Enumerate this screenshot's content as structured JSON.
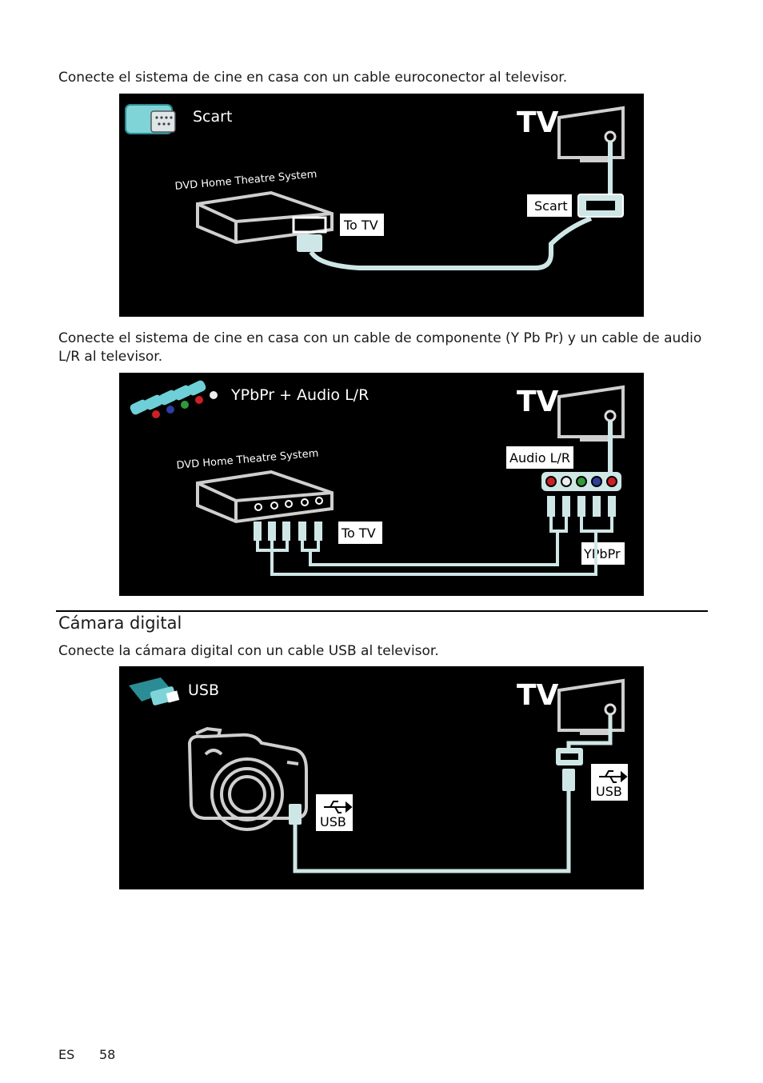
{
  "sections": [
    {
      "intro": "Conecte el sistema de cine en casa con un cable euroconector al televisor.",
      "figure": {
        "cable_name": "Scart",
        "tv_label": "TV",
        "device_label": "DVD Home Theatre System",
        "device_port_label": "To TV",
        "tv_port_label": "Scart"
      }
    },
    {
      "intro": "Conecte el sistema de cine en casa con un cable de componente (Y Pb Pr) y un cable de audio L/R al televisor.",
      "figure": {
        "cable_name": "YPbPr + Audio L/R",
        "tv_label": "TV",
        "device_label": "DVD Home Theatre System",
        "device_port_label": "To TV",
        "tv_audio_label": "Audio L/R",
        "tv_video_label": "YPbPr"
      }
    },
    {
      "heading": "Cámara digital",
      "intro": "Conecte la cámara digital con un cable USB al televisor.",
      "figure": {
        "cable_name": "USB",
        "tv_label": "TV",
        "camera_port_label": "USB",
        "tv_port_label": "USB"
      }
    }
  ],
  "footer": {
    "language": "ES",
    "page_number": "58"
  },
  "colors": {
    "figure_bg": "#000000",
    "cable_fill": "#cfe6e6",
    "connector_red": "#cc1f26",
    "connector_green": "#2f9a3a",
    "connector_blue": "#2a3f9e"
  },
  "icons": [
    "scart-connector-icon",
    "rca-cables-icon",
    "usb-stick-icon",
    "usb-symbol-icon",
    "tv-outline-icon",
    "dvd-player-icon",
    "camera-icon"
  ]
}
